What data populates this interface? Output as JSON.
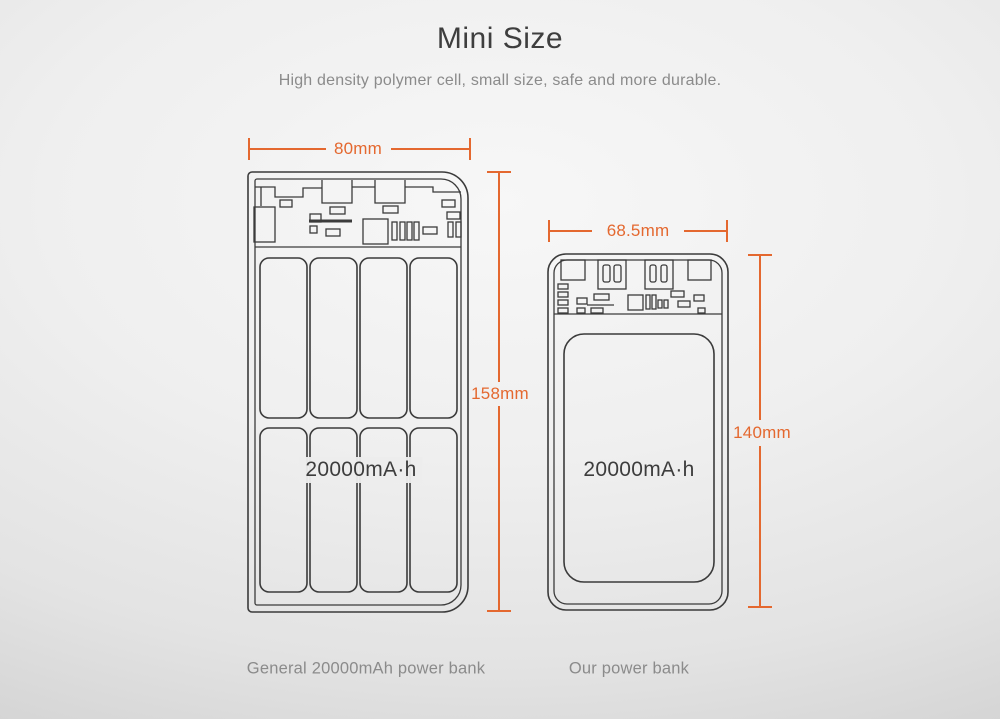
{
  "header": {
    "title": "Mini Size",
    "subtitle": "High density polymer cell, small size, safe and more durable."
  },
  "colors": {
    "accent_orange": "#e4682f",
    "line_dark": "#3b3b3b",
    "title_text": "#3e3e3e",
    "muted_text": "#8b8b8b"
  },
  "comparison": {
    "left_device": {
      "caption": "General 20000mAh power bank",
      "capacity_label": "20000mA·h",
      "width_label": "80mm",
      "height_label": "158mm",
      "cell_grid": {
        "columns": 4,
        "rows": 2
      }
    },
    "right_device": {
      "caption": "Our power bank",
      "capacity_label": "20000mA·h",
      "width_label": "68.5mm",
      "height_label": "140mm",
      "cell_grid": {
        "columns": 1,
        "rows": 1
      }
    }
  }
}
